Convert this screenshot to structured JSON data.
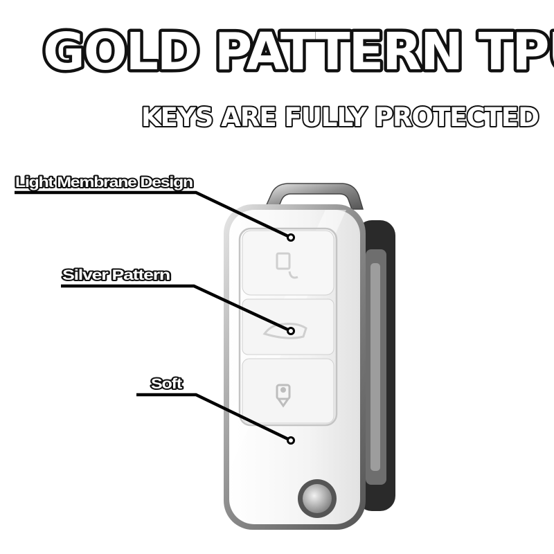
{
  "header": {
    "title": "GOLD PATTERN  TPU",
    "subtitle": "KEYS ARE FULLY PROTECTED"
  },
  "callouts": [
    {
      "label": "Light Membrane Design"
    },
    {
      "label": "Silver Pattern"
    },
    {
      "label": "Soft"
    }
  ],
  "product": {
    "description_icons": [
      "unlock-icon",
      "trunk-icon",
      "lock-icon"
    ],
    "colors": {
      "case": "#f6f6f6",
      "trim": "#9a9a9a",
      "side": "#2a2a2a"
    }
  }
}
